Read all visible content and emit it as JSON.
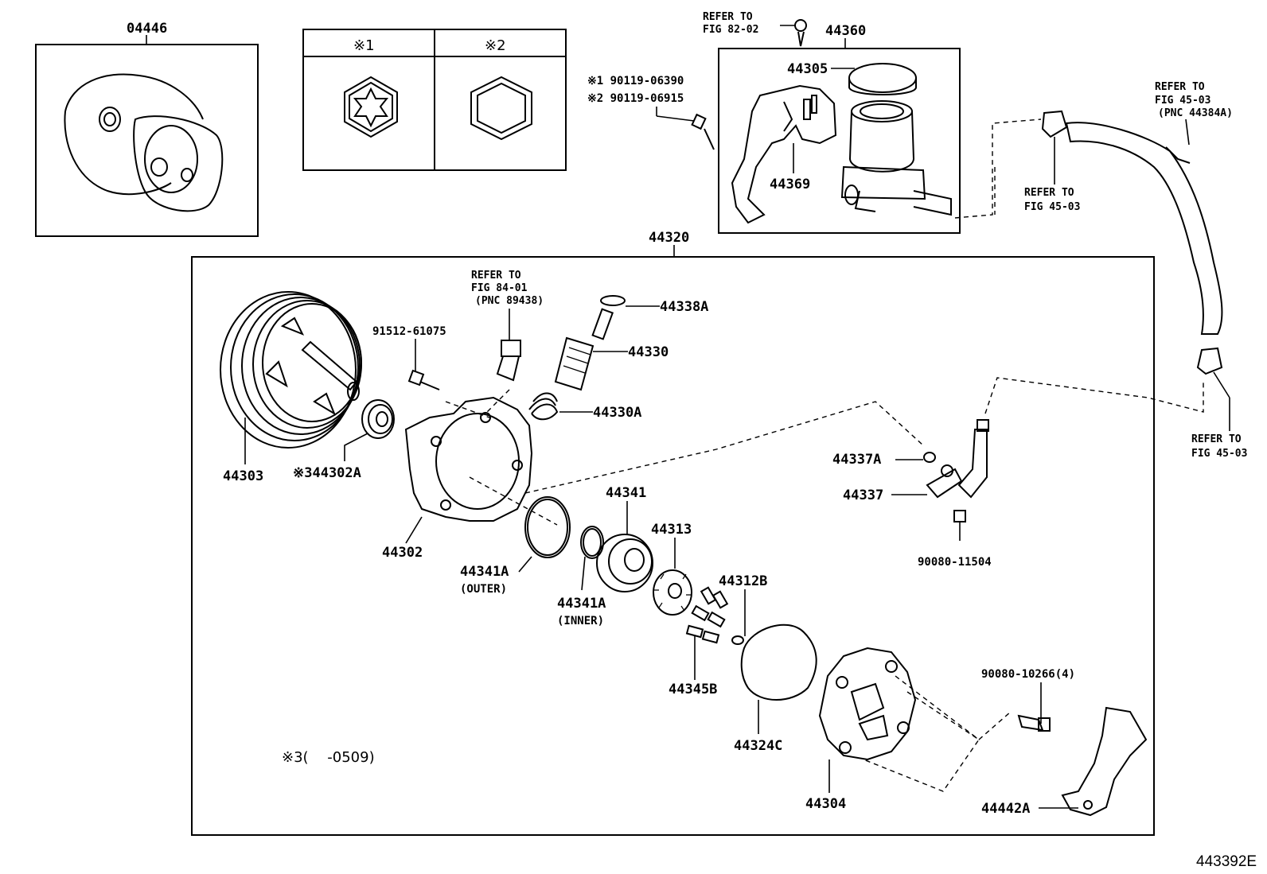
{
  "kit_box": {
    "part": "04446"
  },
  "legend": {
    "h1": "※1",
    "h2": "※2"
  },
  "ref_notes": {
    "fig_82_02_a": "REFER TO",
    "fig_82_02_b": "FIG 82-02",
    "fig_84_01_a": "REFER TO",
    "fig_84_01_b": "FIG 84-01",
    "fig_84_01_c": "(PNC 89438)",
    "fig_45_03_top_a": "REFER TO",
    "fig_45_03_top_b": "FIG 45-03",
    "fig_45_03_top_c": "(PNC 44384A)",
    "fig_45_03_mid_a": "REFER TO",
    "fig_45_03_mid_b": "FIG 45-03",
    "fig_45_03_right_a": "REFER TO",
    "fig_45_03_right_b": "FIG 45-03"
  },
  "bolt_options": {
    "opt1": "※1 90119-06390",
    "opt2": "※2 90119-06915"
  },
  "reservoir": {
    "assy": "44360",
    "cap": "44305",
    "bracket": "44369"
  },
  "pump": {
    "assy": "44320",
    "pulley": "44303",
    "bearing": "※344302A",
    "housing": "44302",
    "bolt": "91512-61075",
    "oring_top": "44338A",
    "valve": "44330",
    "spring": "44330A",
    "plate": "44341",
    "oring_outer": "44341A",
    "outer_note": "(OUTER)",
    "oring_inner": "44341A",
    "inner_note": "(INNER)",
    "rotor": "44313",
    "pin": "44312B",
    "vanes": "44345B",
    "gasket": "44324C",
    "cover": "44304",
    "union_oring": "44337A",
    "union": "44337",
    "union_bolt": "90080-11504",
    "cover_bolt": "90080-10266(4)",
    "footnote": "※3(　 -0509)"
  },
  "bracket": {
    "part": "44442A"
  },
  "image_id": "443392E"
}
